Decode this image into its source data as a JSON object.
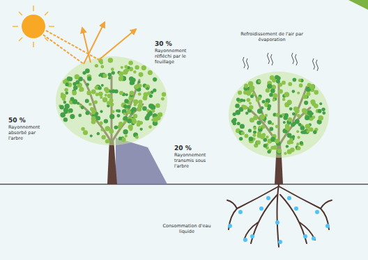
{
  "diagram": {
    "labels": [
      "30 %",
      "Rayonnement réfléchi par le feuillage",
      "50 %",
      "Rayonnement absorbé par l'arbre",
      "20 %",
      "Rayonnement transmis sous l'arbre",
      "Refroidissement de l'air par évaporation",
      "Consommation d'eau liquide"
    ]
  }
}
